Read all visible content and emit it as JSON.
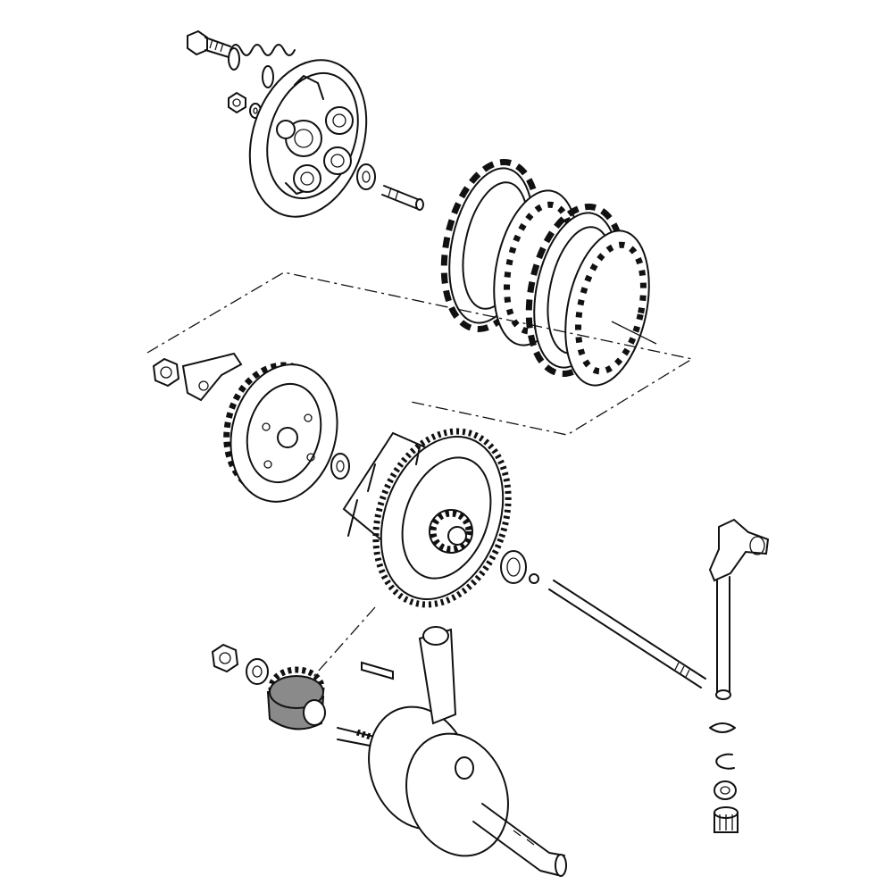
{
  "diagram": {
    "parts": [
      "clutch-bolt",
      "clutch-spring",
      "clutch-pressure-plate",
      "nut",
      "washer",
      "lifter-bearing",
      "lifter-rod",
      "friction-plate",
      "clutch-plate",
      "lock-washer",
      "lock-nut",
      "clutch-center",
      "circlip",
      "clutch-outer",
      "thrust-washer",
      "push-rod",
      "clutch-lever-shaft",
      "return-spring",
      "oil-seal",
      "needle-bearing",
      "crank-nut",
      "crank-washer",
      "primary-drive-gear",
      "woodruff-key",
      "crankshaft"
    ],
    "highlight_color": "#8a8a8a",
    "line_color": "#111111"
  }
}
